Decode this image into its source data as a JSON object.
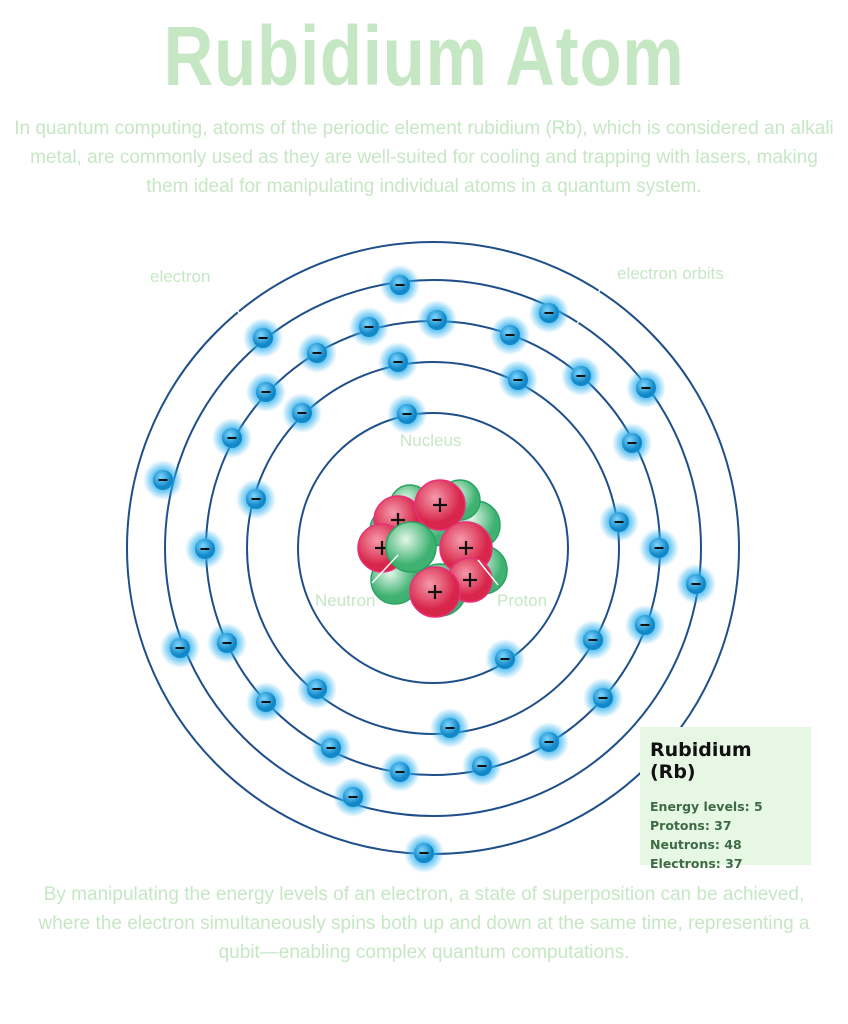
{
  "title": "Rubidium Atom",
  "intro": "In quantum computing, atoms of the periodic element rubidium (Rb), which is considered an alkali metal, are commonly used as they are well-suited for cooling and trapping with lasers, making them ideal for manipulating individual atoms in a quantum system.",
  "labels": {
    "electron": "electron",
    "orbits": "electron orbits",
    "nucleus": "Nucleus",
    "neutron": "Neutron",
    "proton": "Proton"
  },
  "info": {
    "heading": "Rubidium (Rb)",
    "energy_levels": "Energy levels: 5",
    "protons": "Protons: 37",
    "neutrons": "Neutrons: 48",
    "electrons": "Electrons: 37"
  },
  "shells_electron_counts": [
    2,
    8,
    18,
    8,
    1
  ],
  "outro": "By manipulating the energy levels of an electron, a state of superposition can be achieved, where the electron simultaneously spins both up and down at the same time, representing a qubit—enabling complex quantum computations.",
  "colors": {
    "orbit": "#1f4f8a",
    "electron": "#1aa3e0",
    "proton": "#e5405e",
    "neutron": "#5cc98a",
    "text": "#c6e7c4"
  }
}
